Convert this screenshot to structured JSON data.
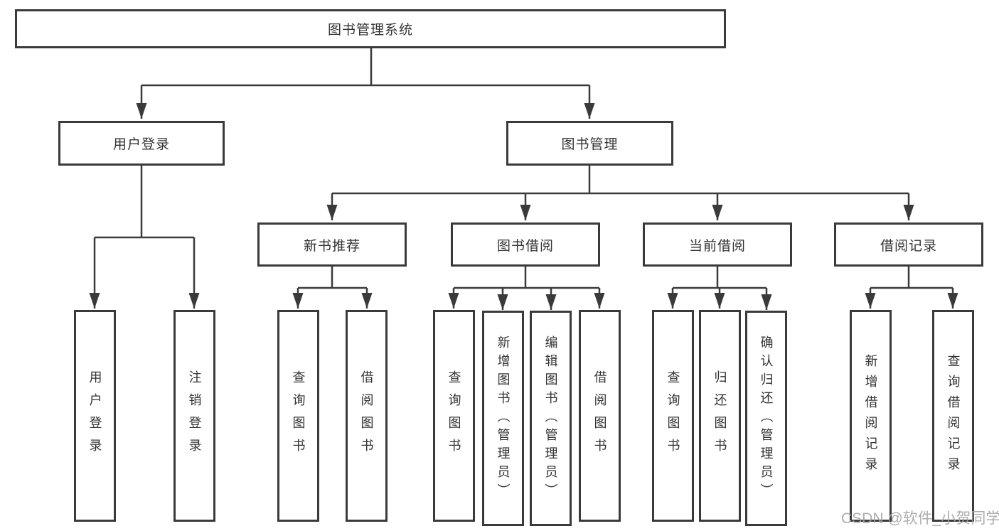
{
  "diagram": {
    "root": "图书管理系统",
    "modules": {
      "user_login": {
        "label": "用户登录",
        "children": [
          "用户登录",
          "注销登录"
        ]
      },
      "book_mgmt": {
        "label": "图书管理",
        "submodules": {
          "new_book": {
            "label": "新书推荐",
            "children": [
              "查询图书",
              "借阅图书"
            ]
          },
          "borrow": {
            "label": "图书借阅",
            "children": [
              "查询图书",
              "新增图书（管理员）",
              "编辑图书（管理员）",
              "借阅图书"
            ]
          },
          "current": {
            "label": "当前借阅",
            "children": [
              "查询图书",
              "归还图书",
              "确认归还（管理员）"
            ]
          },
          "records": {
            "label": "借阅记录",
            "children": [
              "新增借阅记录",
              "查询借阅记录"
            ]
          }
        }
      }
    }
  },
  "colors": {
    "line": "#3a3a3a",
    "box_border": "#3a3a3a",
    "box_background": "#ffffff",
    "text": "#333333",
    "watermark": "#a4a4a4"
  },
  "watermark": {
    "text": "CSDN @软件_小贺同学"
  }
}
